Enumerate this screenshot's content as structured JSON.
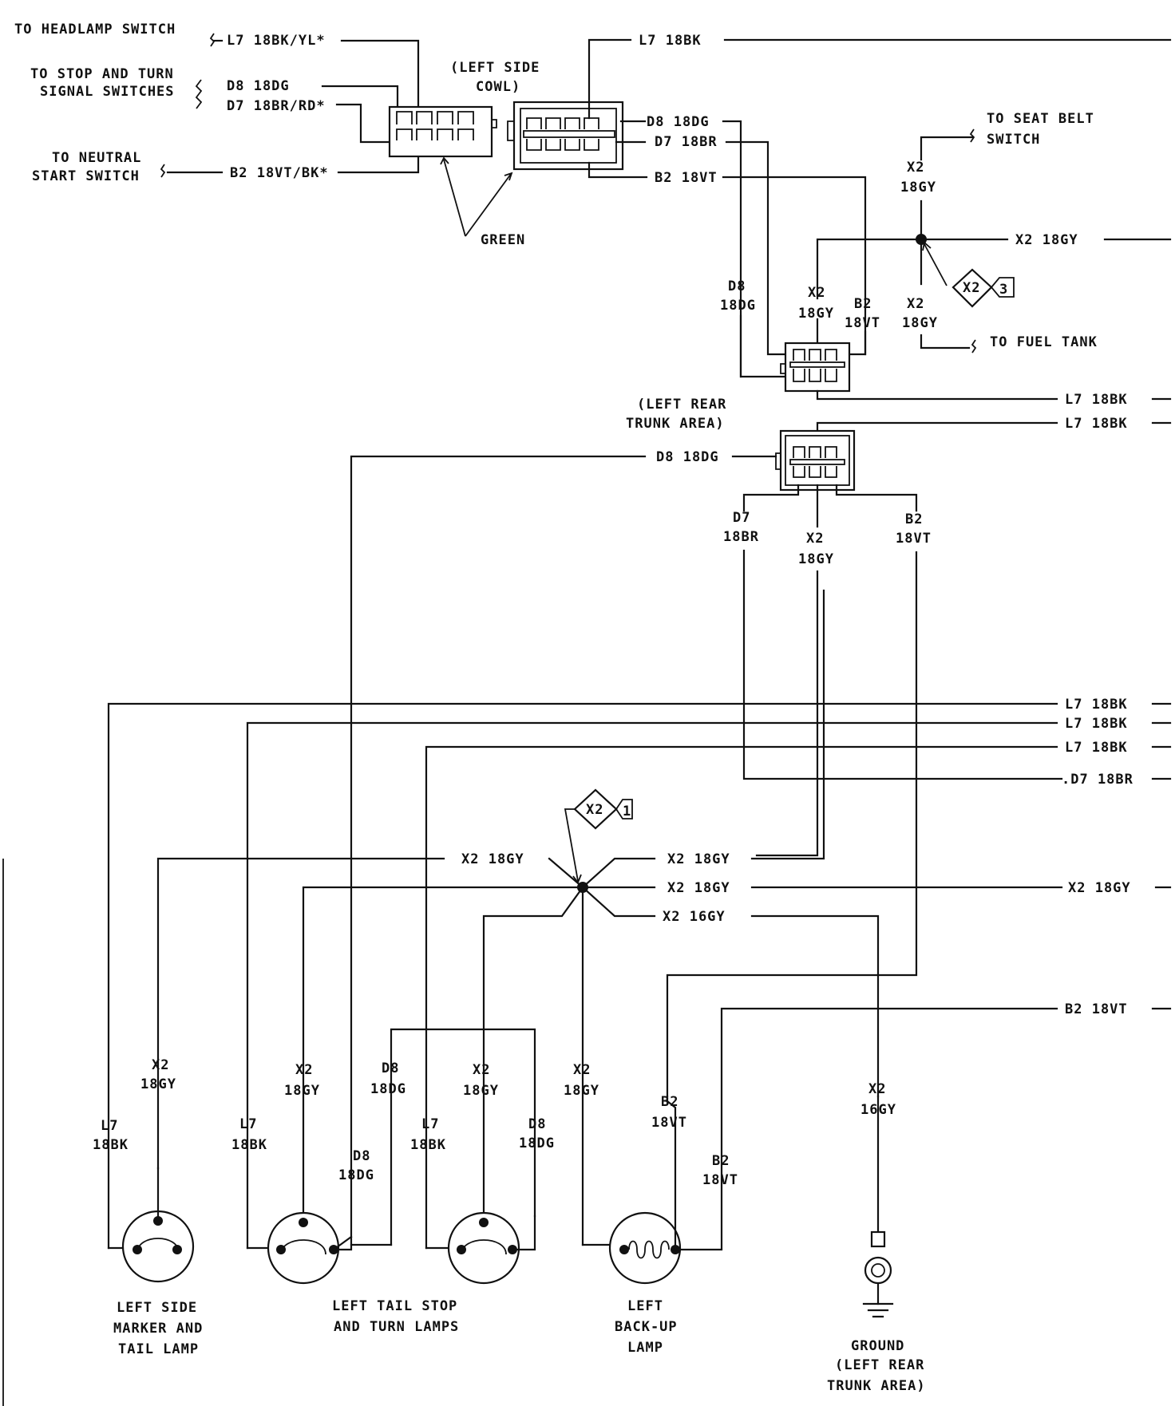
{
  "title": "",
  "connectors": {
    "inline_green": {
      "callout": "GREEN",
      "to_headlamp_switch": "TO HEADLAMP SWITCH",
      "to_stop_turn_1": "TO STOP AND TURN",
      "to_stop_turn_2": "SIGNAL SWITCHES",
      "to_neutral_1": "TO NEUTRAL",
      "to_neutral_2": "START SWITCH",
      "w_l7_bkyl": "L7 18BK/YL*",
      "w_d8": "D8 18DG",
      "w_d7_brrd": "D7 18BR/RD*",
      "w_b2_vtbk": "B2 18VT/BK*"
    },
    "left_side_cowl": {
      "label_1": "(LEFT SIDE",
      "label_2": "COWL)",
      "w_l7": "L7 18BK",
      "w_d8": "D8 18DG",
      "w_d7": "D7 18BR",
      "w_b2": "B2 18VT"
    },
    "splice_upper": {
      "to_seat_belt_1": "TO SEAT BELT",
      "to_seat_belt_2": "SWITCH",
      "to_fuel_tank": "TO FUEL TANK",
      "w_x2_right": "X2 18GY",
      "diamond_code": "X2",
      "diamond_ref": "3",
      "x2": "X2",
      "gy": "18GY",
      "vert_d8_1": "D8",
      "vert_d8_2": "18DG",
      "vert_b2_1": "B2",
      "vert_b2_2": "18VT"
    },
    "left_rear_trunk": {
      "label_1": "(LEFT REAR",
      "label_2": "TRUNK AREA)",
      "w_l7": "L7 18BK",
      "w_d8": "D8 18DG",
      "v_d7_1": "D7",
      "v_d7_2": "18BR",
      "v_x2_1": "X2",
      "v_x2_2": "18GY",
      "v_b2_1": "B2",
      "v_b2_2": "18VT"
    }
  },
  "right_edge_wires": {
    "l7": "L7 18BK",
    "d7": ".D7 18BR",
    "x2": "X2 18GY",
    "b2": "B2 18VT"
  },
  "lower_splice": {
    "diamond_code": "X2",
    "diamond_ref": "1",
    "w_x2_left": "X2 18GY",
    "w_x2_right1": "X2 18GY",
    "w_x2_right2": "X2 18GY",
    "w_x2_16": "X2 16GY"
  },
  "wire_tags": {
    "l7": "L7",
    "bk": "18BK",
    "x2": "X2",
    "gy": "18GY",
    "gy16": "16GY",
    "d8": "D8",
    "dg": "18DG",
    "b2": "B2",
    "vt": "18VT"
  },
  "lamps": {
    "side_marker": [
      "LEFT SIDE",
      "MARKER AND",
      "TAIL LAMP"
    ],
    "tail_stop": [
      "LEFT TAIL STOP",
      "AND TURN LAMPS"
    ],
    "backup": [
      "LEFT",
      "BACK-UP",
      "LAMP"
    ],
    "ground": [
      "GROUND",
      "(LEFT REAR",
      "TRUNK AREA)"
    ]
  }
}
